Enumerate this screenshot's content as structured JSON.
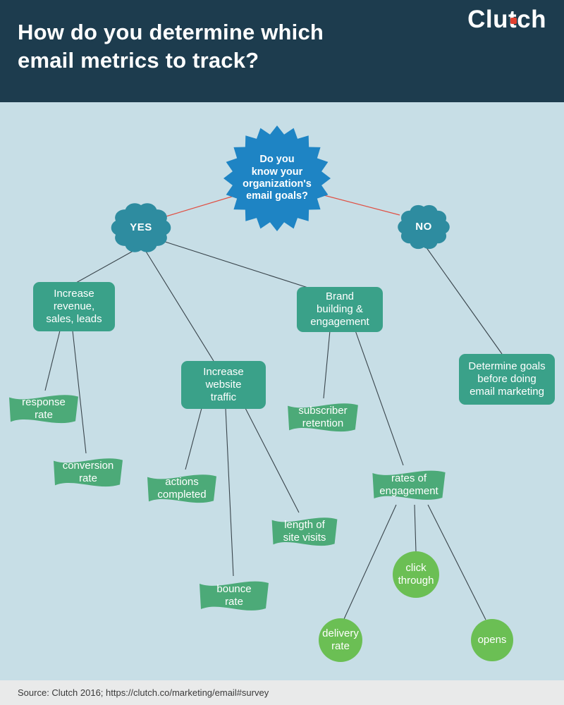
{
  "header": {
    "title": "How do you determine which\nemail metrics to track?",
    "logo": "Clutch"
  },
  "diagram": {
    "root": "Do you\nknow your\norganization's\nemail goals?",
    "yes": "YES",
    "no": "NO",
    "nodes": {
      "increase_revenue": "Increase\nrevenue,\nsales, leads",
      "brand_building": "Brand\nbuilding &\nengagement",
      "increase_traffic": "Increase\nwebsite\ntraffic",
      "determine_goals": "Determine goals\nbefore doing\nemail marketing",
      "response_rate": "response\nrate",
      "subscriber_retention": "subscriber\nretention",
      "conversion_rate": "conversion\nrate",
      "actions_completed": "actions\ncompleted",
      "rates_of_engagement": "rates of\nengagement",
      "length_of_site_visits": "length of\nsite visits",
      "bounce_rate": "bounce\nrate",
      "click_through": "click\nthrough",
      "delivery_rate": "delivery\nrate",
      "opens": "opens"
    }
  },
  "footer": {
    "source": "Source: Clutch 2016; https://clutch.co/marketing/email#survey"
  },
  "colors": {
    "header_bg": "#1d3c4e",
    "body_bg": "#c7dee6",
    "burst_blue": "#1e84c4",
    "flower_teal": "#2e8ca0",
    "box_teal": "#3aa189",
    "banner_green": "#4caa78",
    "circle_green": "#6bbf54",
    "line_red": "#e05044",
    "line_dark": "#39444b",
    "logo_red": "#e0402f"
  }
}
